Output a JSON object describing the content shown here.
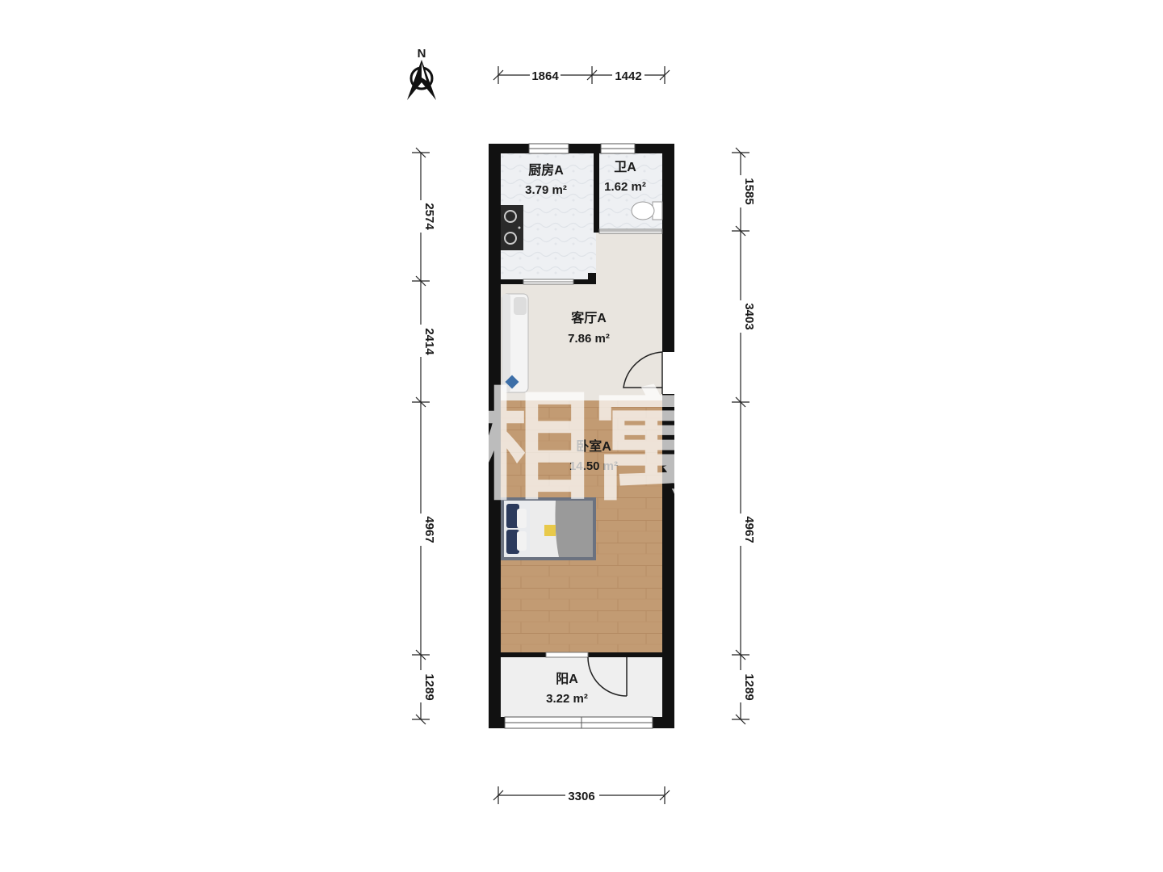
{
  "compass": {
    "north_label": "N",
    "icon": "north-arrow-icon"
  },
  "watermark": {
    "text": "相寓"
  },
  "rooms": {
    "kitchen": {
      "name": "厨房A",
      "area": "3.79 m²"
    },
    "bathroom": {
      "name": "卫A",
      "area": "1.62 m²"
    },
    "living": {
      "name": "客厅A",
      "area": "7.86 m²"
    },
    "bedroom": {
      "name": "卧室A",
      "area": "14.50 m²"
    },
    "balcony": {
      "name": "阳A",
      "area": "3.22 m²"
    }
  },
  "dimensions": {
    "top": [
      "1864",
      "1442"
    ],
    "bottom": [
      "3306"
    ],
    "left": [
      "2574",
      "2414",
      "4967",
      "1289"
    ],
    "right": [
      "1585",
      "3403",
      "4967",
      "1289"
    ]
  },
  "colors": {
    "wall": "#111111",
    "tile": "#eef0f3",
    "living_floor": "#e9e5df",
    "wood_floor": "#c29b73",
    "balcony_floor": "#efefef",
    "bed_dark": "#2b3a5c",
    "accent_pillow": "#e8c94a"
  }
}
